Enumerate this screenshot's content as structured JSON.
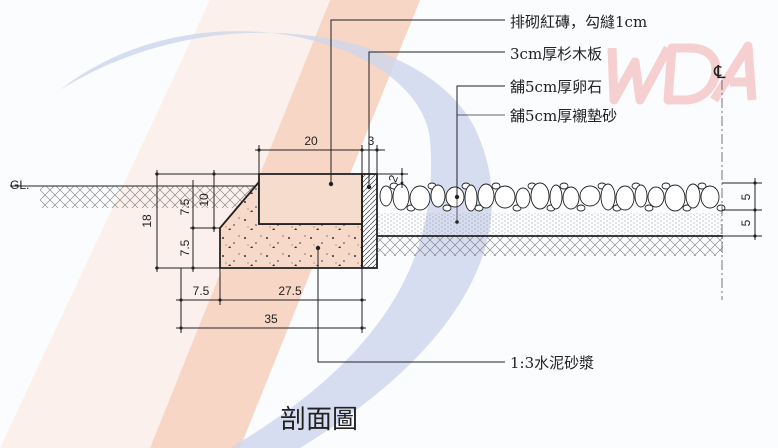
{
  "watermark": {
    "text": "WDA",
    "colors": {
      "orange": "#f6c8b0",
      "blue": "#c9d3ea",
      "pink": "#f2a6a6"
    }
  },
  "labels": {
    "brick": "排砌紅磚，勾縫1cm",
    "wood_board": "3cm厚杉木板",
    "pebbles": "舖5cm厚卵石",
    "sand": "舖5cm厚襯墊砂",
    "mortar": "1:3水泥砂漿",
    "ground_level": "GL.",
    "centerline": "℄"
  },
  "dimensions": {
    "brick_width": "20",
    "board_width": "3",
    "board_offset": "2",
    "total_height": "18",
    "upper_height": "7.5",
    "brick_height": "10",
    "lower_height": "7.5",
    "slope_width": "7.5",
    "base_width": "27.5",
    "total_width": "35",
    "pebble_depth": "5",
    "sand_depth": "5"
  },
  "title": "剖面圖"
}
